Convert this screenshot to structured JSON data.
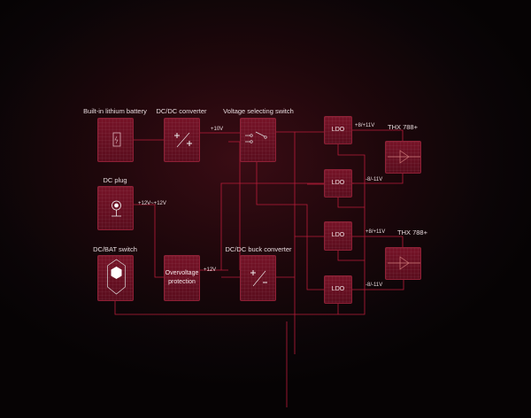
{
  "blocks": {
    "battery": "Built-in lithium battery",
    "dcdc": "DC/DC converter",
    "switch": "Voltage selecting switch",
    "dc_plug": "DC plug",
    "dcbat": "DC/BAT switch",
    "overvoltage": "Overvoltage protection",
    "buck": "DC/DC buck converter",
    "ldo": "LDO",
    "amp": "THX 788+"
  },
  "signals": {
    "v10": "+10V",
    "v12range": "+12V~+12V",
    "v12": "+12V",
    "pos": "+8/+11V",
    "neg": "-8/-11V"
  },
  "colors": {
    "line": "#c21f3d",
    "box": "#6a1022"
  }
}
